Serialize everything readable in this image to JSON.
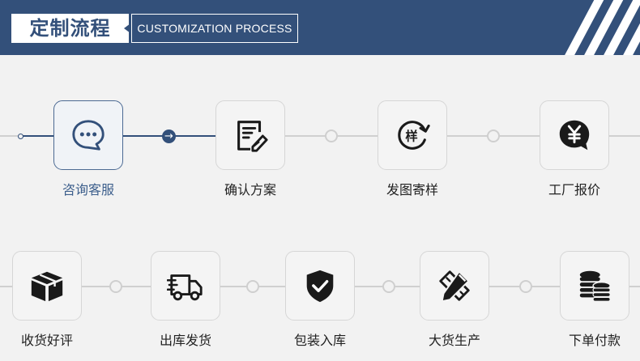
{
  "header": {
    "title": "定制流程",
    "subtitle": "CUSTOMIZATION PROCESS"
  },
  "colors": {
    "primary": "#33507a",
    "active_text": "#3d5f8c",
    "background": "#f2f2f2"
  },
  "row1": {
    "steps": [
      {
        "label": "咨询客服",
        "icon": "chat-bubble-icon",
        "active": true
      },
      {
        "label": "确认方案",
        "icon": "document-edit-icon",
        "active": false
      },
      {
        "label": "发图寄样",
        "icon": "sample-refresh-icon",
        "active": false
      },
      {
        "label": "工厂报价",
        "icon": "yuan-quote-icon",
        "active": false
      }
    ]
  },
  "row2": {
    "steps": [
      {
        "label": "收货好评",
        "icon": "package-box-icon"
      },
      {
        "label": "出库发货",
        "icon": "delivery-truck-icon"
      },
      {
        "label": "包装入库",
        "icon": "shield-check-icon"
      },
      {
        "label": "大货生产",
        "icon": "pencil-ruler-icon"
      },
      {
        "label": "下单付款",
        "icon": "coin-stack-icon"
      }
    ]
  }
}
